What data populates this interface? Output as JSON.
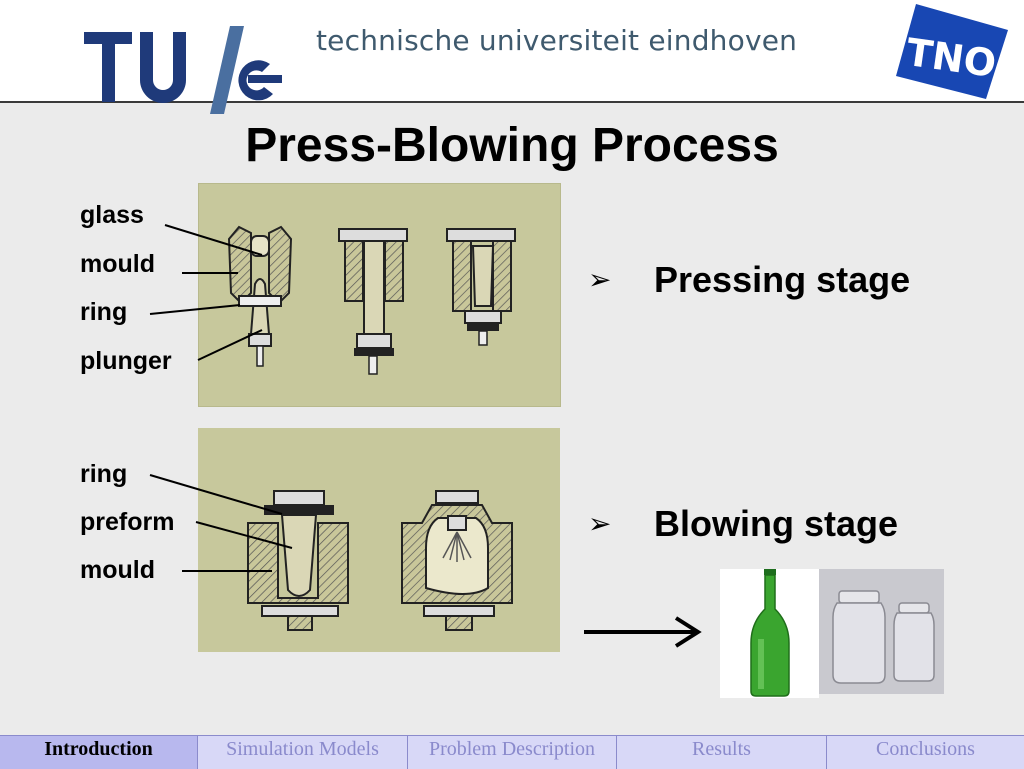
{
  "header": {
    "logo_text": "TU/e",
    "university_name": "technische universiteit eindhoven",
    "partner_logo_text": "TNO"
  },
  "slide": {
    "title": "Press-Blowing Process",
    "pressing_labels": [
      "glass",
      "mould",
      "ring",
      "plunger"
    ],
    "blowing_labels": [
      "ring",
      "preform",
      "mould"
    ],
    "bullets": [
      {
        "marker": "➢",
        "text": "Pressing stage"
      },
      {
        "marker": "➢",
        "text": "Blowing stage"
      }
    ]
  },
  "nav": {
    "items": [
      {
        "label": "Introduction",
        "active": true
      },
      {
        "label": "Simulation Models",
        "active": false
      },
      {
        "label": "Problem Description",
        "active": false
      },
      {
        "label": "Results",
        "active": false
      },
      {
        "label": "Conclusions",
        "active": false
      }
    ]
  },
  "colors": {
    "tue_blue": "#1f3a7a",
    "tno_blue": "#1847b3",
    "panel_bg": "#c7c89c",
    "nav_bg": "#b8b8ee"
  }
}
